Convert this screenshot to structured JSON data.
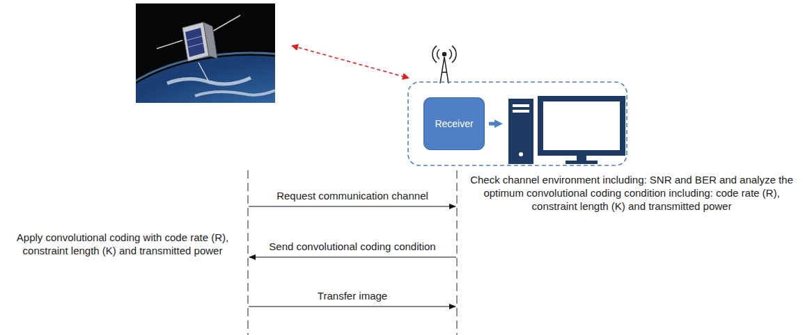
{
  "diagram": {
    "nodes": [
      {
        "text": [
          "Receiver"
        ]
      }
    ],
    "labels": [
      "Request communication channel",
      "Check channel environment including: SNR and BER and analyze the optimum convolutional coding condition including: code rate (R), constraint length (K) and transmitted power",
      "Apply convolutional coding with code rate (R), constraint length (K) and transmitted power",
      "Send convolutional coding condition",
      "Transfer image"
    ]
  }
}
